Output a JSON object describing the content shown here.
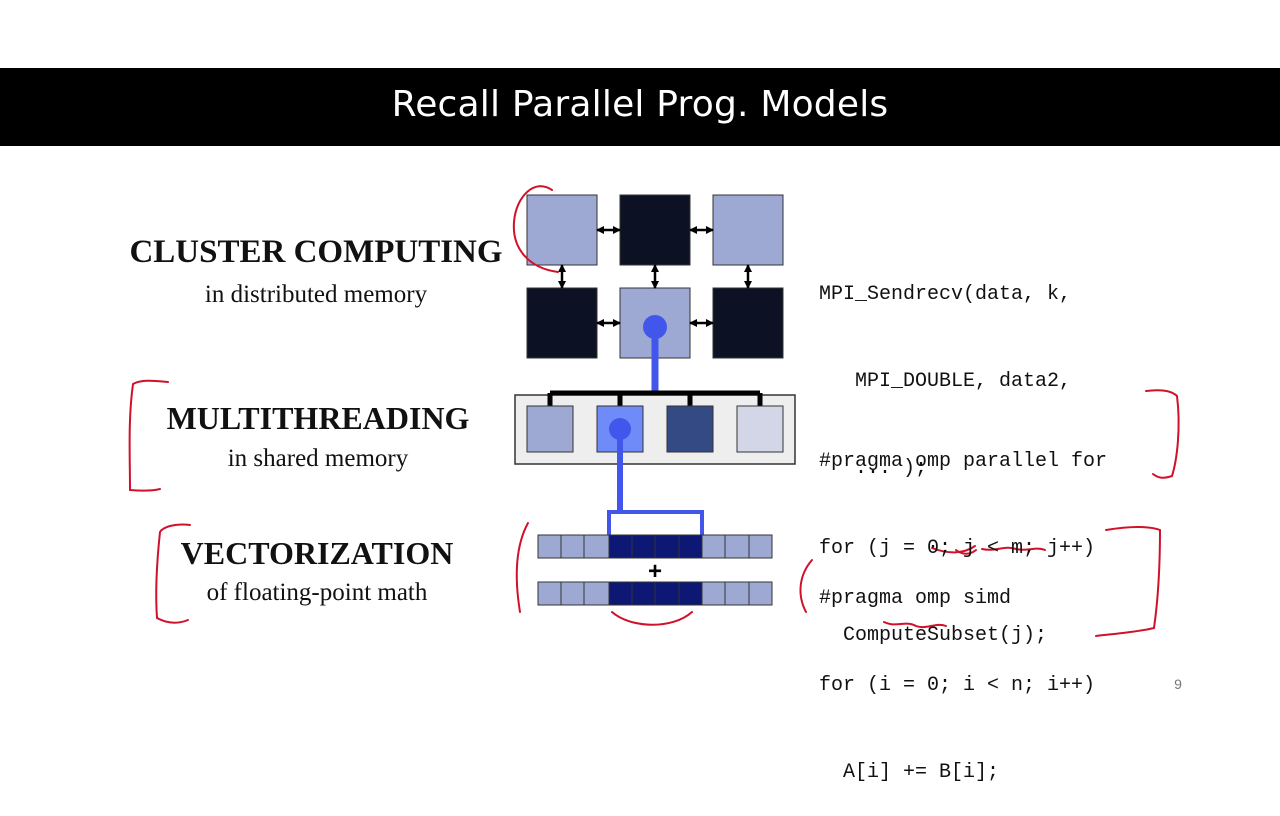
{
  "slide": {
    "title": "Recall Parallel Prog. Models",
    "page_number": "9"
  },
  "sections": {
    "cluster": {
      "heading": "CLUSTER COMPUTING",
      "subheading": "in distributed memory",
      "code": [
        "MPI_Sendrecv(data, k,",
        "   MPI_DOUBLE, data2,",
        "   ... );"
      ]
    },
    "multithreading": {
      "heading": "MULTITHREADING",
      "subheading": "in shared memory",
      "code": [
        "#pragma omp parallel for",
        "for (j = 0; j < m; j++)",
        "  ComputeSubset(j);"
      ]
    },
    "vectorization": {
      "heading": "VECTORIZATION",
      "subheading": "of floating-point math",
      "code": [
        "#pragma omp simd",
        "for (i = 0; i < n; i++)",
        "  A[i] += B[i];"
      ],
      "operator": "+"
    }
  },
  "colors": {
    "light_node": "#9ea9d3",
    "dark_node": "#0d1124",
    "active_blue": "#4256ec",
    "thread_dark": "#344a84",
    "thread_pale": "#d3d6e6",
    "vector_dark": "#0c1873",
    "annotation_red": "#d0112a"
  }
}
